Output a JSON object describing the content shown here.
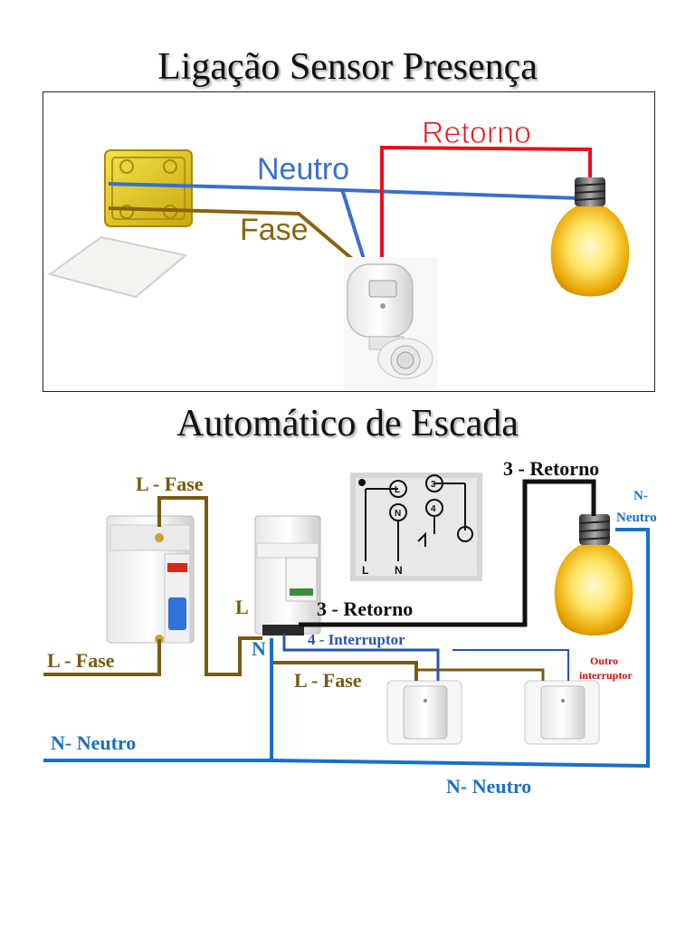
{
  "titles": {
    "sensor": "Ligação Sensor Presença",
    "stair": "Automático de Escada"
  },
  "sensor_diagram": {
    "labels": {
      "retorno": "Retorno",
      "neutro": "Neutro",
      "fase": "Fase"
    },
    "colors": {
      "retorno": "#e8101a",
      "neutro": "#3a6fd0",
      "fase": "#8b6410"
    }
  },
  "stair_diagram": {
    "labels": {
      "retorno_top": "3 - Retorno",
      "neutro_top_1": "N-",
      "neutro_top_2": "Neutro",
      "fase_top": "L - Fase",
      "terminal_l": "L",
      "terminal_n": "N",
      "retorno_mid": "3 - Retorno",
      "interruptor": "4 - Interruptor",
      "fase_left": "L - Fase",
      "fase_mid": "L - Fase",
      "outro_1": "Outro",
      "outro_2": "interruptor",
      "neutro_left": "N- Neutro",
      "neutro_bottom": "N- Neutro"
    },
    "schematic_labels": [
      "L",
      "N",
      "3",
      "4",
      "L",
      "N"
    ],
    "colors": {
      "fase": "#7a5a10",
      "neutro": "#1a6fc8",
      "retorno": "#111111",
      "interruptor": "#2a52b8",
      "outro": "#d01010"
    }
  }
}
